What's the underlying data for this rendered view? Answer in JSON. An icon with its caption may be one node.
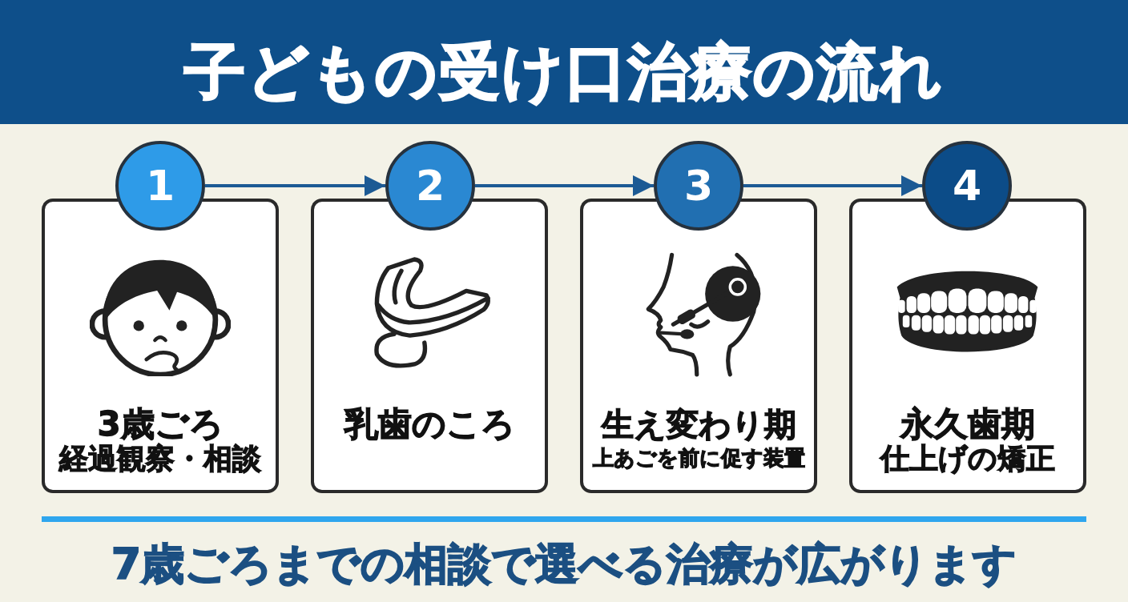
{
  "diagram": {
    "title": "子どもの受け口治療の流れ",
    "caption": "7歳ごろまでの相談で選べる治療が広がります",
    "nodes": [
      {
        "text": [
          "1"
        ]
      },
      {
        "text": [
          "3歳ごろ",
          "経過観察・相談"
        ]
      },
      {
        "text": [
          "2"
        ]
      },
      {
        "text": [
          "乳歯のころ"
        ]
      },
      {
        "text": [
          "3"
        ]
      },
      {
        "text": [
          "生え変わり期",
          "上あごを前に促す装置"
        ]
      },
      {
        "text": [
          "4"
        ]
      },
      {
        "text": [
          "永久歯期",
          "仕上げの矯正"
        ]
      }
    ],
    "edges": [
      {
        "from": 0,
        "to": 2,
        "arrow": "to"
      },
      {
        "from": 2,
        "to": 4,
        "arrow": "to"
      },
      {
        "from": 4,
        "to": 6,
        "arrow": "to"
      }
    ]
  }
}
